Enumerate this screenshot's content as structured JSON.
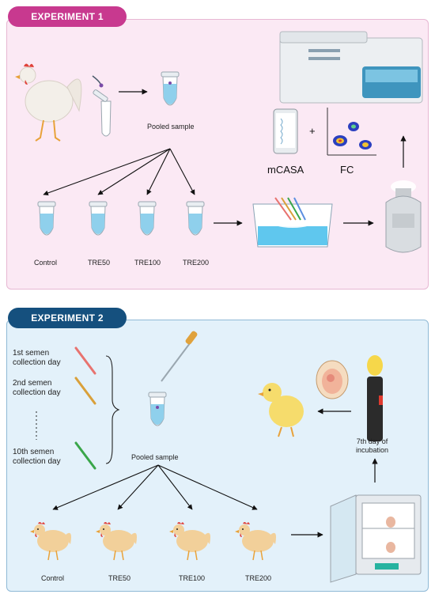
{
  "experiment1": {
    "title": "EXPERIMENT 1",
    "pooled_label": "Pooled sample",
    "groups": [
      "Control",
      "TRE50",
      "TRE100",
      "TRE200"
    ],
    "analysis": {
      "mcasa": "mCASA",
      "fc": "FC",
      "plus": "+"
    }
  },
  "experiment2": {
    "title": "EXPERIMENT 2",
    "collection_days": [
      {
        "line1": "1st semen",
        "line2": "collection day",
        "color": "#e8736f"
      },
      {
        "line1": "2nd semen",
        "line2": "collection day",
        "color": "#d9a03a"
      },
      {
        "line1": "10th semen",
        "line2": "collection day",
        "color": "#3aa64a"
      }
    ],
    "pooled_label": "Pooled sample",
    "groups": [
      "Control",
      "TRE50",
      "TRE100",
      "TRE200"
    ],
    "incubation": {
      "line1": "7th day of",
      "line2": "incubation"
    }
  },
  "colors": {
    "exp1_accent": "#c8398f",
    "exp2_accent": "#15507e",
    "tube_liquid": "#8fd0ec"
  }
}
